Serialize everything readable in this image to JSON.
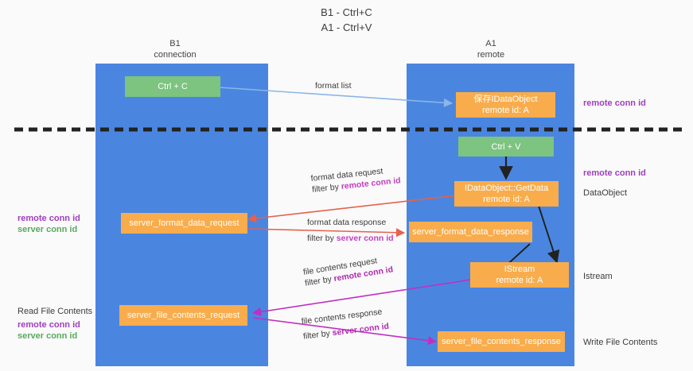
{
  "title": {
    "line1": "B1 - Ctrl+C",
    "line2": "A1 - Ctrl+V"
  },
  "columns": [
    {
      "id": "b1",
      "header_line1": "B1",
      "header_line2": "connection",
      "color": "#4a86e0"
    },
    {
      "id": "a1",
      "header_line1": "A1",
      "header_line2": "remote",
      "color": "#4a86e0"
    }
  ],
  "colors": {
    "column_blue": "#4a86e0",
    "node_orange": "#f9ac4c",
    "node_green": "#7cc47f",
    "purple": "#a03ec0",
    "green_text": "#5aa95f",
    "arrow_blue": "#8ab6e8",
    "arrow_red": "#e8604c",
    "arrow_magenta": "#c22ec2",
    "arrow_black": "#222222",
    "divider_black": "#222222",
    "background": "#fafafa"
  },
  "nodes": {
    "ctrl_c": {
      "line1": "Ctrl + C",
      "line2": ""
    },
    "save_idataobject": {
      "line1": "保存IDataObject",
      "line2": "remote id: A"
    },
    "ctrl_v": {
      "line1": "Ctrl + V",
      "line2": ""
    },
    "idataobject_getdata": {
      "line1": "IDataObject::GetData",
      "line2": "remote id: A"
    },
    "server_format_data_request": {
      "line1": "server_format_data_request",
      "line2": ""
    },
    "server_format_data_response": {
      "line1": "server_format_data_response",
      "line2": ""
    },
    "istream": {
      "line1": "IStream",
      "line2": "remote id: A"
    },
    "server_file_contents_request": {
      "line1": "server_file_contents_request",
      "line2": ""
    },
    "server_file_contents_response": {
      "line1": "server_file_contents_response",
      "line2": ""
    }
  },
  "side_labels": {
    "right_remote_conn_id_1": "remote conn id",
    "right_remote_conn_id_2": "remote conn id",
    "right_dataobject": "DataObject",
    "right_istream": "Istream",
    "right_write_file_contents": "Write File Contents",
    "left_remote_conn_id_1": "remote conn id",
    "left_server_conn_id_1": "server conn id",
    "left_read_file_contents": "Read File Contents",
    "left_remote_conn_id_2": "remote conn id",
    "left_server_conn_id_2": "server conn id"
  },
  "edge_labels": {
    "format_list": "format list",
    "format_data_request": "format data request",
    "format_data_request_filter_prefix": "filter by ",
    "format_data_request_filter_key": "remote conn id",
    "format_data_response": "format data response",
    "format_data_response_filter_prefix": "filter by ",
    "format_data_response_filter_key": "server conn id",
    "file_contents_request": "file contents request",
    "file_contents_request_filter_prefix": "filter by ",
    "file_contents_request_filter_key": "remote conn id",
    "file_contents_response": "file contents response",
    "file_contents_response_filter_prefix": "filter by ",
    "file_contents_response_filter_key": "server conn id"
  }
}
